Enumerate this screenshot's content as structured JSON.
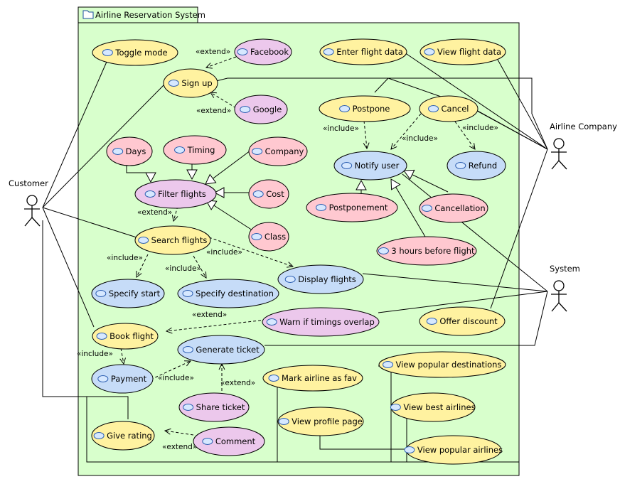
{
  "system": {
    "title": "Airline Reservation System",
    "icon": "package-folder-icon",
    "background": "#d8ffcc"
  },
  "colors": {
    "yellow": "#fff2a0",
    "pink": "#ffc8d0",
    "purple": "#ecc8ec",
    "blue": "#c6dcf8",
    "stroke": "#000000",
    "frame_bg": "#d8ffcc"
  },
  "actors": [
    {
      "id": "customer",
      "label": "Customer"
    },
    {
      "id": "airline",
      "label": "Airline Company"
    },
    {
      "id": "system",
      "label": "System"
    }
  ],
  "use_cases": [
    {
      "id": "toggle",
      "label": "Toggle mode",
      "color": "yellow"
    },
    {
      "id": "facebook",
      "label": "Facebook",
      "color": "purple"
    },
    {
      "id": "signup",
      "label": "Sign up",
      "color": "yellow"
    },
    {
      "id": "google",
      "label": "Google",
      "color": "purple"
    },
    {
      "id": "enterflight",
      "label": "Enter flight data",
      "color": "yellow"
    },
    {
      "id": "viewflight",
      "label": "View flight data",
      "color": "yellow"
    },
    {
      "id": "postpone",
      "label": "Postpone",
      "color": "yellow"
    },
    {
      "id": "cancel",
      "label": "Cancel",
      "color": "yellow"
    },
    {
      "id": "days",
      "label": "Days",
      "color": "pink"
    },
    {
      "id": "timing",
      "label": "Timing",
      "color": "pink"
    },
    {
      "id": "company",
      "label": "Company",
      "color": "pink"
    },
    {
      "id": "notify",
      "label": "Notify user",
      "color": "blue"
    },
    {
      "id": "refund",
      "label": "Refund",
      "color": "blue"
    },
    {
      "id": "filter",
      "label": "Filter flights",
      "color": "purple"
    },
    {
      "id": "cost",
      "label": "Cost",
      "color": "pink"
    },
    {
      "id": "postponement",
      "label": "Postponement",
      "color": "pink"
    },
    {
      "id": "cancellation",
      "label": "Cancellation",
      "color": "pink"
    },
    {
      "id": "class",
      "label": "Class",
      "color": "pink"
    },
    {
      "id": "search",
      "label": "Search flights",
      "color": "yellow"
    },
    {
      "id": "threehours",
      "label": "3 hours before flight",
      "color": "pink"
    },
    {
      "id": "display",
      "label": "Display flights",
      "color": "blue"
    },
    {
      "id": "specstart",
      "label": "Specify start",
      "color": "blue"
    },
    {
      "id": "specdest",
      "label": "Specify destination",
      "color": "blue"
    },
    {
      "id": "warn",
      "label": "Warn if timings overlap",
      "color": "purple"
    },
    {
      "id": "discount",
      "label": "Offer discount",
      "color": "yellow"
    },
    {
      "id": "book",
      "label": "Book flight",
      "color": "yellow"
    },
    {
      "id": "genticket",
      "label": "Generate ticket",
      "color": "blue"
    },
    {
      "id": "popdest",
      "label": "View popular destinations",
      "color": "yellow"
    },
    {
      "id": "payment",
      "label": "Payment",
      "color": "blue"
    },
    {
      "id": "markfav",
      "label": "Mark airline as fav",
      "color": "yellow"
    },
    {
      "id": "bestair",
      "label": "View best airlines",
      "color": "yellow"
    },
    {
      "id": "share",
      "label": "Share ticket",
      "color": "purple"
    },
    {
      "id": "profile",
      "label": "View profile page",
      "color": "yellow"
    },
    {
      "id": "rating",
      "label": "Give rating",
      "color": "yellow"
    },
    {
      "id": "comment",
      "label": "Comment",
      "color": "purple"
    },
    {
      "id": "popair",
      "label": "View popular airlines",
      "color": "yellow"
    }
  ],
  "stereotypes": {
    "extend": "«extend»",
    "include": "«include»"
  },
  "relationships": [
    {
      "type": "extend",
      "from": "facebook",
      "to": "signup"
    },
    {
      "type": "extend",
      "from": "google",
      "to": "signup"
    },
    {
      "type": "extend",
      "from": "filter",
      "to": "search"
    },
    {
      "type": "include",
      "from": "postpone",
      "to": "notify"
    },
    {
      "type": "include",
      "from": "cancel",
      "to": "notify"
    },
    {
      "type": "include",
      "from": "cancel",
      "to": "refund"
    },
    {
      "type": "include",
      "from": "search",
      "to": "specstart"
    },
    {
      "type": "include",
      "from": "search",
      "to": "specdest"
    },
    {
      "type": "include",
      "from": "search",
      "to": "display"
    },
    {
      "type": "extend",
      "from": "warn",
      "to": "book"
    },
    {
      "type": "include",
      "from": "book",
      "to": "payment"
    },
    {
      "type": "include",
      "from": "payment",
      "to": "genticket"
    },
    {
      "type": "extend",
      "from": "share",
      "to": "genticket"
    },
    {
      "type": "extend",
      "from": "comment",
      "to": "rating"
    },
    {
      "type": "generalization",
      "from": "days",
      "to": "filter"
    },
    {
      "type": "generalization",
      "from": "timing",
      "to": "filter"
    },
    {
      "type": "generalization",
      "from": "company",
      "to": "filter"
    },
    {
      "type": "generalization",
      "from": "cost",
      "to": "filter"
    },
    {
      "type": "generalization",
      "from": "class",
      "to": "filter"
    },
    {
      "type": "generalization",
      "from": "postponement",
      "to": "notify"
    },
    {
      "type": "generalization",
      "from": "cancellation",
      "to": "notify"
    },
    {
      "type": "generalization",
      "from": "threehours",
      "to": "notify"
    }
  ]
}
